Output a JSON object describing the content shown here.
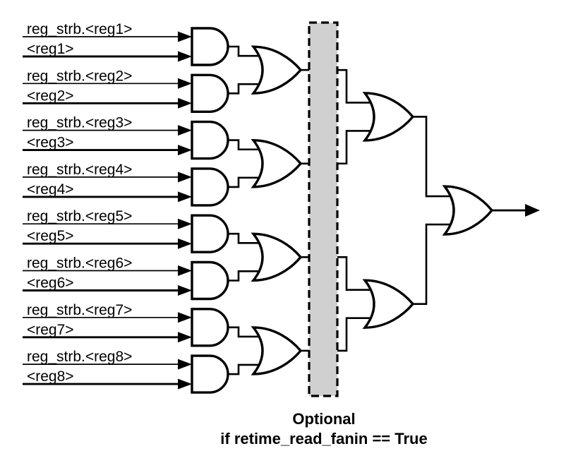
{
  "diagram": {
    "inputs": [
      {
        "strobe_label": "reg_strb.<reg1>",
        "value_label": "<reg1>"
      },
      {
        "strobe_label": "reg_strb.<reg2>",
        "value_label": "<reg2>"
      },
      {
        "strobe_label": "reg_strb.<reg3>",
        "value_label": "<reg3>"
      },
      {
        "strobe_label": "reg_strb.<reg4>",
        "value_label": "<reg4>"
      },
      {
        "strobe_label": "reg_strb.<reg5>",
        "value_label": "<reg5>"
      },
      {
        "strobe_label": "reg_strb.<reg6>",
        "value_label": "<reg6>"
      },
      {
        "strobe_label": "reg_strb.<reg7>",
        "value_label": "<reg7>"
      },
      {
        "strobe_label": "reg_strb.<reg8>",
        "value_label": "<reg8>"
      }
    ],
    "gates": {
      "stage1_type": "AND",
      "stage1_count": 8,
      "stage2_type": "OR",
      "stage2_count": 4,
      "stage3_type": "OR",
      "stage3_count": 2,
      "final_type": "OR",
      "final_count": 1
    },
    "caption": {
      "line1": "Optional",
      "line2": "if retime_read_fanin == True"
    },
    "colors": {
      "wire": "#000000",
      "gate_fill": "#ffffff",
      "gate_stroke": "#000000",
      "optional_region_fill": "#d0d0d0",
      "optional_region_border": "#000000",
      "background": "#ffffff"
    }
  }
}
